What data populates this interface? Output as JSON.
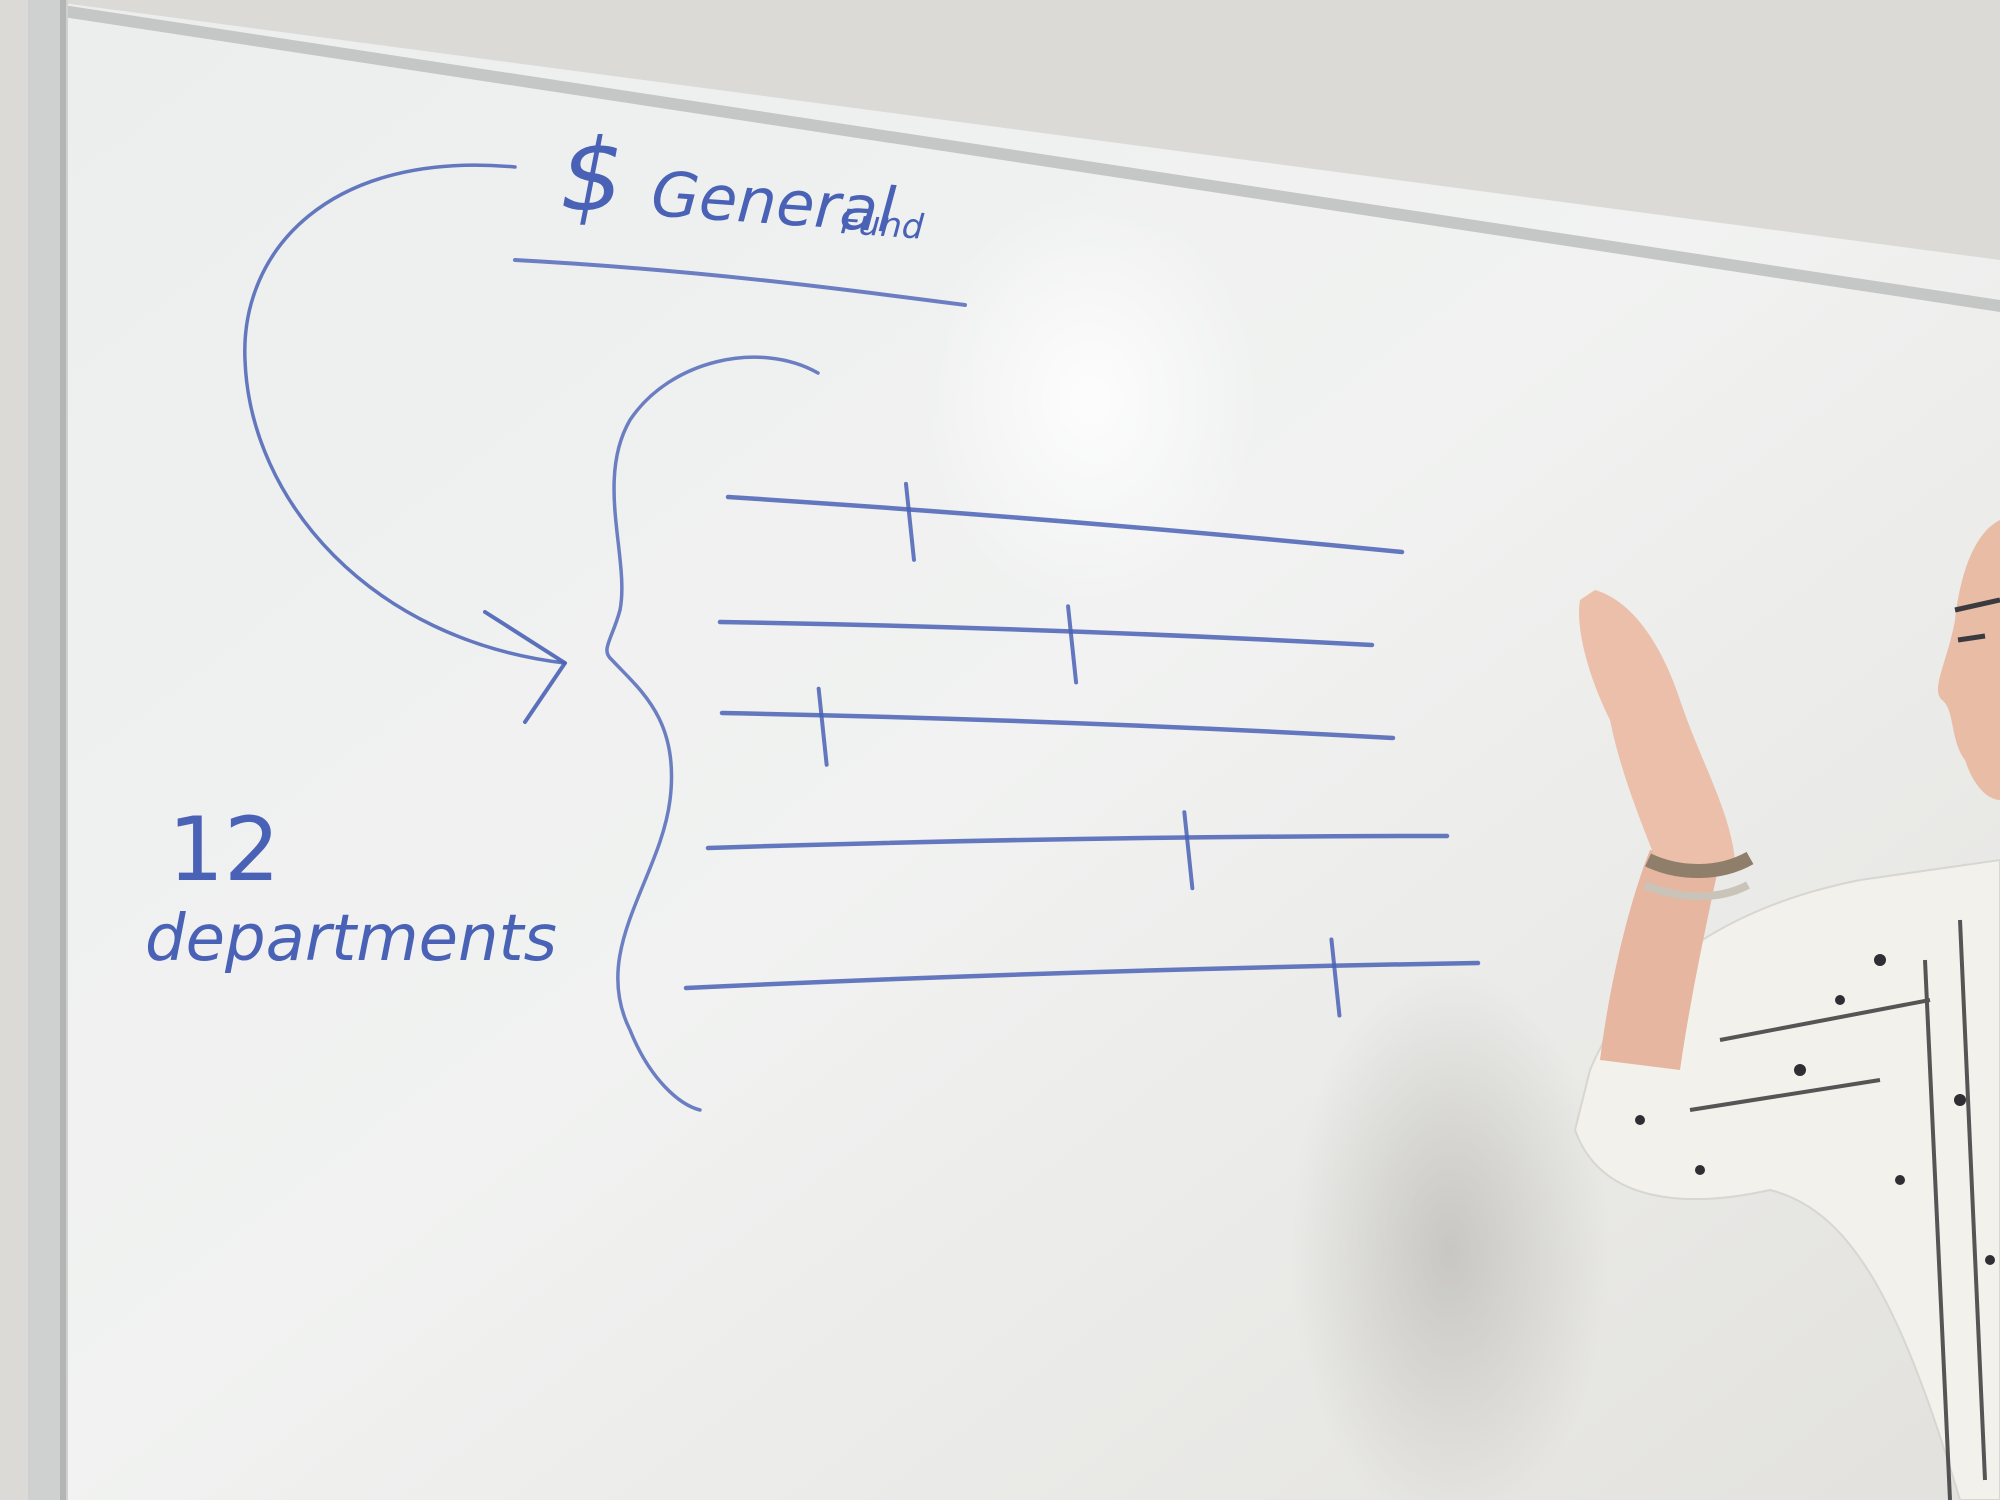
{
  "whiteboard": {
    "title": {
      "symbol": "$",
      "main": "General",
      "sub": "Fund"
    },
    "left_note": {
      "count": "12",
      "label": "departments"
    },
    "bars": [
      {
        "tick": 0.27
      },
      {
        "tick": 0.54
      },
      {
        "tick": 0.15
      },
      {
        "tick": 0.65
      },
      {
        "tick": 0.82
      }
    ]
  },
  "colors": {
    "marker_blue": "#4a62b6",
    "board_white": "#eef0ef",
    "wall": "#dcdad6",
    "frame": "#c7c9c8"
  }
}
